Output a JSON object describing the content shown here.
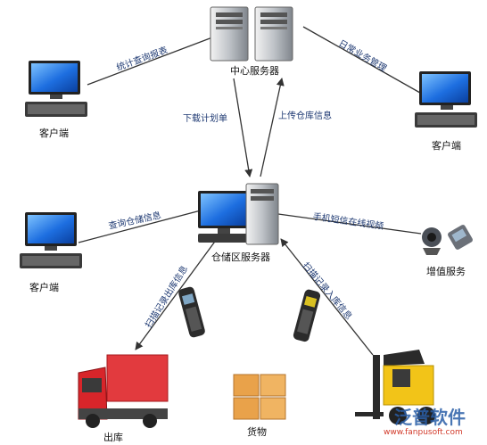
{
  "nodes": {
    "central_server": "中心服务器",
    "warehouse_server": "仓储区服务器",
    "client_tl": "客户端",
    "client_tr": "客户端",
    "client_ml": "客户端",
    "value_service": "增值服务",
    "outbound": "出库",
    "goods": "货物"
  },
  "edges": {
    "stats_query": "统计查询报表",
    "daily_mgmt": "日常业务管理",
    "download_plan": "下载计划单",
    "upload_info": "上传仓库信息",
    "query_storage": "查询仓储信息",
    "sms_video": "手机短信在线视频",
    "scan_out": "扫描记录出库信息",
    "scan_in": "扫描记录入库信息"
  },
  "watermark": {
    "brand": "泛普软件",
    "url": "www.fanpusoft.com"
  },
  "colors": {
    "line": "#333333",
    "label": "#1f3a73",
    "truck": "#d8252a",
    "box": "#e9a24a",
    "forklift": "#f2c418",
    "watermark": "#2a5fa8"
  }
}
